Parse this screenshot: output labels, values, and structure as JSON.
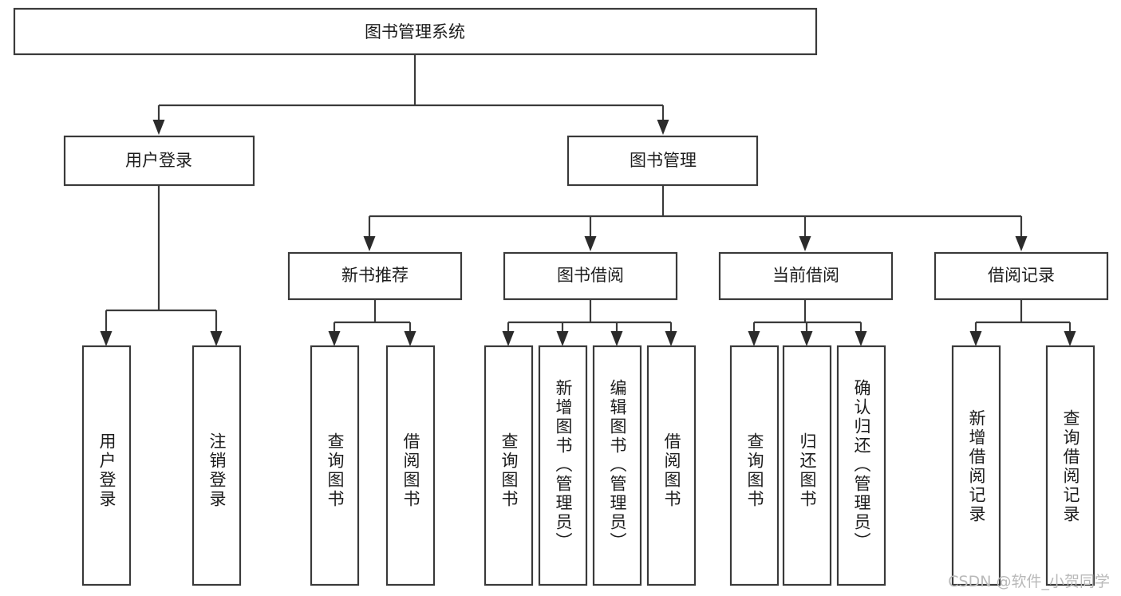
{
  "diagram": {
    "title": "图书管理系统",
    "type": "hierarchy-tree",
    "orientation": "top-down",
    "colors": {
      "box_stroke": "#3a3a3a",
      "box_fill": "#ffffff",
      "connector": "#3a3a3a",
      "arrow": "#2b2b2b",
      "text": "#1c1c1c",
      "watermark": "#b9b9b9",
      "background": "#ffffff"
    },
    "root": {
      "label": "图书管理系统"
    },
    "level1": [
      {
        "label": "用户登录"
      },
      {
        "label": "图书管理"
      }
    ],
    "level2": [
      {
        "label": "新书推荐"
      },
      {
        "label": "图书借阅"
      },
      {
        "label": "当前借阅"
      },
      {
        "label": "借阅记录"
      }
    ],
    "leaves": {
      "user_login": [
        {
          "label": "用户登录"
        },
        {
          "label": "注销登录"
        }
      ],
      "new_book_recommend": [
        {
          "label": "查询图书"
        },
        {
          "label": "借阅图书"
        }
      ],
      "book_borrow": [
        {
          "label": "查询图书"
        },
        {
          "label": "新增图书（管理员）"
        },
        {
          "label": "编辑图书（管理员）"
        },
        {
          "label": "借阅图书"
        }
      ],
      "current_borrow": [
        {
          "label": "查询图书"
        },
        {
          "label": "归还图书"
        },
        {
          "label": "确认归还（管理员）"
        }
      ],
      "borrow_record": [
        {
          "label": "新增借阅记录"
        },
        {
          "label": "查询借阅记录"
        }
      ]
    }
  },
  "watermark": {
    "text": "CSDN @软件_小贺同学"
  }
}
